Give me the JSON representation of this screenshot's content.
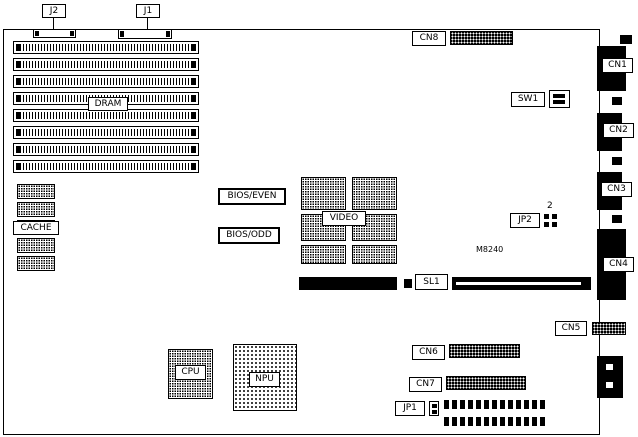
{
  "labels": {
    "j2": "J2",
    "j1": "J1",
    "dram": "DRAM",
    "cache": "CACHE",
    "bios_even": "BIOS/EVEN",
    "bios_odd": "BIOS/ODD",
    "video": "VIDEO",
    "cn8": "CN8",
    "sw1": "SW1",
    "cn1": "CN1",
    "cn2": "CN2",
    "cn3": "CN3",
    "cn4": "CN4",
    "cn5": "CN5",
    "cn6": "CN6",
    "cn7": "CN7",
    "jp2": "JP2",
    "jp2_pin_count": "2",
    "silkscreen_part": "M8240",
    "sl1": "SL1",
    "jp1": "JP1",
    "cpu": "CPU",
    "npu": "NPU"
  },
  "colors": {
    "line": "#000000",
    "background": "#ffffff"
  }
}
